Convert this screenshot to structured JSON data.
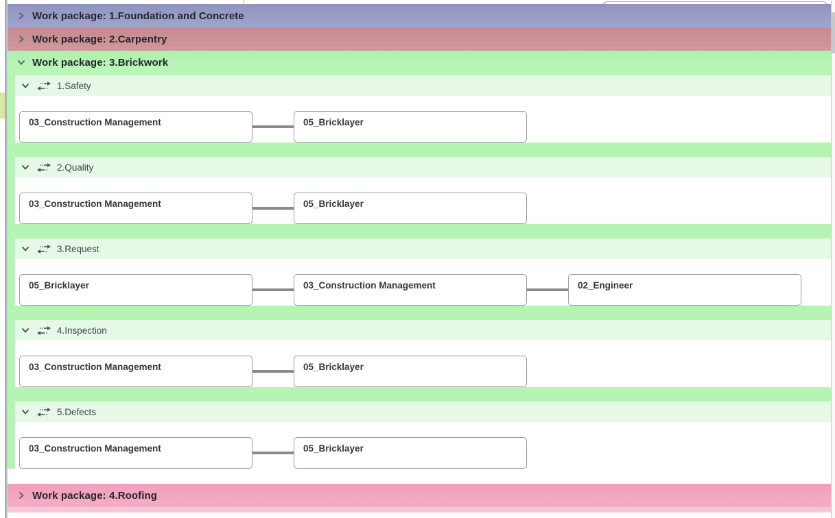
{
  "colors": {
    "wp_purple": "#979bc6",
    "wp_rose": "#cb9095",
    "wp_green": "#b5f4b3",
    "process_header_green": "#e6f9e7",
    "wp_pink": "#f2a5c0",
    "wp_pink_strip": "#f6c8d7",
    "chip_yellow_green": "#d9e7a3",
    "connector_gray": "#8a8a8a",
    "node_border": "#9b9ba1",
    "header_text": "#24242c"
  },
  "work_packages": [
    {
      "label": "Work package: 1.Foundation and Concrete",
      "state": "collapsed",
      "theme": "purple",
      "processes": []
    },
    {
      "label": "Work package: 2.Carpentry",
      "state": "collapsed",
      "theme": "rose",
      "processes": []
    },
    {
      "label": "Work package: 3.Brickwork",
      "state": "expanded",
      "theme": "green",
      "processes": [
        {
          "label": "1.Safety",
          "nodes": [
            "03_Construction Management",
            "05_Bricklayer"
          ]
        },
        {
          "label": "2.Quality",
          "nodes": [
            "03_Construction Management",
            "05_Bricklayer"
          ]
        },
        {
          "label": "3.Request",
          "nodes": [
            "05_Bricklayer",
            "03_Construction Management",
            "02_Engineer"
          ]
        },
        {
          "label": "4.Inspection",
          "nodes": [
            "03_Construction Management",
            "05_Bricklayer"
          ]
        },
        {
          "label": "5.Defects",
          "nodes": [
            "03_Construction Management",
            "05_Bricklayer"
          ]
        }
      ]
    },
    {
      "label": "Work package: 4.Roofing",
      "state": "collapsed",
      "theme": "pink",
      "processes": []
    }
  ]
}
